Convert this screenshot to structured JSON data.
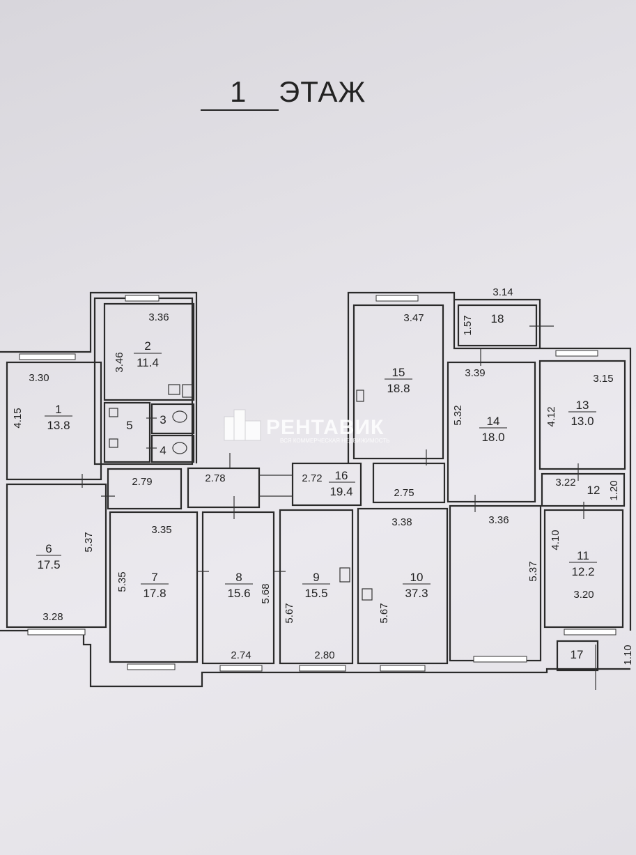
{
  "heading": {
    "floor_number": "1",
    "floor_word": "ЭТАЖ"
  },
  "watermark": {
    "brand": "РЕНТАВИК",
    "tagline": "ВСЯ КОММЕРЧЕСКАЯ НЕДВИЖИМОСТЬ"
  },
  "rooms": [
    {
      "id": "1",
      "area": "13.8"
    },
    {
      "id": "2",
      "area": "11.4"
    },
    {
      "id": "3",
      "area": ""
    },
    {
      "id": "4",
      "area": ""
    },
    {
      "id": "5",
      "area": ""
    },
    {
      "id": "6",
      "area": "17.5"
    },
    {
      "id": "7",
      "area": "17.8"
    },
    {
      "id": "8",
      "area": "15.6"
    },
    {
      "id": "9",
      "area": "15.5"
    },
    {
      "id": "10",
      "area": "37.3"
    },
    {
      "id": "11",
      "area": "12.2"
    },
    {
      "id": "12",
      "area": ""
    },
    {
      "id": "13",
      "area": "13.0"
    },
    {
      "id": "14",
      "area": "18.0"
    },
    {
      "id": "15",
      "area": "18.8"
    },
    {
      "id": "16",
      "area": "19.4"
    },
    {
      "id": "17",
      "area": ""
    },
    {
      "id": "18",
      "area": ""
    }
  ],
  "dimensions": {
    "r1_w": "3.30",
    "r1_h": "4.15",
    "r2_w": "3.36",
    "r2_h": "3.46",
    "r6_h": "5.37",
    "r6_w": "3.28",
    "r7_w": "3.35",
    "r7_h": "5.35",
    "r8_w": "2.74",
    "r8_h": "5.68",
    "r9_w": "2.80",
    "r9_h": "5.67",
    "r10_w": "3.38",
    "r10_h": "5.67",
    "r11_w": "3.20",
    "r11_h": "4.10",
    "r12_w": "3.22",
    "r12_h": "1.20",
    "r13_w": "3.15",
    "r13_h": "4.12",
    "r14_w": "3.39",
    "r14_h": "5.32",
    "r15_w": "3.47",
    "r18_w": "3.14",
    "r18_h": "1.57",
    "r17_h": "1.10",
    "corr_a": "2.79",
    "corr_b": "2.78",
    "corr_c": "2.72",
    "corr_d": "2.75",
    "hall_w": "3.36",
    "hall_h": "5.37"
  }
}
